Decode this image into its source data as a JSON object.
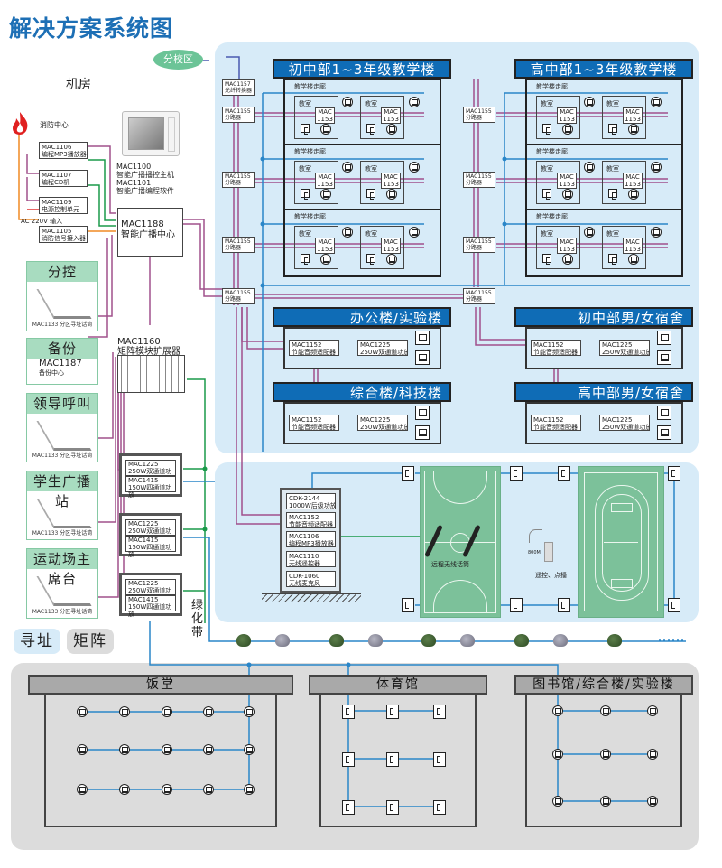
{
  "title": "解决方案系统图",
  "branch_campus": "分校区",
  "machine_room": "机房",
  "fire_center": "消防中心",
  "ac_input": "AC 220V 输入",
  "left_devices": [
    {
      "model": "MAC1106",
      "name": "编程MP3播放器"
    },
    {
      "model": "MAC1107",
      "name": "编程CD机"
    },
    {
      "model": "MAC1109",
      "name": "电源控制单元"
    },
    {
      "model": "MAC1105",
      "name": "消防信号接入器"
    }
  ],
  "host": {
    "model1": "MAC1100",
    "name1": "智能广播播控主机",
    "model2": "MAC1101",
    "name2": "智能广播编程软件"
  },
  "center": {
    "model": "MAC1188",
    "name": "智能广播中心"
  },
  "matrix": {
    "model": "MAC1160",
    "name": "矩阵模块扩展器"
  },
  "fiber": {
    "model": "MAC1157",
    "name": "光纤转换器"
  },
  "splitter": {
    "model": "MAC1155",
    "name": "分路器"
  },
  "panels": [
    {
      "title": "分控",
      "caption": "MAC1133 分区寻址话筒"
    },
    {
      "title": "备份",
      "model": "MAC1187",
      "name": "备份中心"
    },
    {
      "title": "领导呼叫",
      "caption": "MAC1133 分区寻址话筒"
    },
    {
      "title": "学生广播站",
      "caption": "MAC1133 分区寻址话筒"
    },
    {
      "title": "运动场主席台",
      "caption": "MAC1133 分区寻址话筒"
    }
  ],
  "amps": [
    {
      "a": "MAC1225",
      "a_name": "250W双通道功放",
      "b": "MAC1415",
      "b_name": "150W四通道功放"
    },
    {
      "a": "MAC1225",
      "a_name": "250W双通道功放",
      "b": "MAC1415",
      "b_name": "150W四通道功放"
    },
    {
      "a": "MAC1225",
      "a_name": "250W双通道功放",
      "b": "MAC1415",
      "b_name": "150W四通道功放"
    }
  ],
  "greenbelt": "绿化带",
  "tags": {
    "addressing": "寻址",
    "matrix": "矩阵"
  },
  "buildings": {
    "junior_teaching": "初中部1~3年级教学楼",
    "senior_teaching": "高中部1~3年级教学楼",
    "office_lab": "办公楼/实验楼",
    "complex_tech": "综合楼/科技楼",
    "junior_dorm": "初中部男/女宿舍",
    "senior_dorm": "高中部男/女宿舍"
  },
  "floor_labels": {
    "corridor": "教学楼走廊",
    "classroom": "教室",
    "mac1153_a": "MAC",
    "mac1153_b": "1153"
  },
  "adapter": {
    "model": "MAC1152",
    "name": "节能音频适配器"
  },
  "amp_single": {
    "model": "MAC1225",
    "name": "250W双通道功放"
  },
  "rack": [
    {
      "model": "CDK-2144",
      "name": "1000W后级功放"
    },
    {
      "model": "MAC1152",
      "name": "节能音频适配器"
    },
    {
      "model": "MAC1106",
      "name": "编程MP3播放器"
    },
    {
      "model": "MAC1110",
      "name": "无线遥控器"
    },
    {
      "model": "CDK-1060",
      "name": "无线麦克风"
    }
  ],
  "field": {
    "mic_caption": "远程无线话筒",
    "remote_freq": "800M",
    "remote_caption": "遥控、点播"
  },
  "bottom_buildings": {
    "canteen": "饭堂",
    "gym": "体育馆",
    "library": "图书馆/综合楼/实验楼"
  },
  "colors": {
    "blue_panel": "#d7ebf8",
    "gray_panel": "#dcdcdc",
    "title_blue": "#1d6fb5",
    "header_blue": "#0f6cb6",
    "wire_purple": "#a0508c",
    "wire_green": "#1a9a4a",
    "wire_blue": "#2a86c8",
    "wire_orange": "#f08a24",
    "court_green": "#7cc19a"
  }
}
